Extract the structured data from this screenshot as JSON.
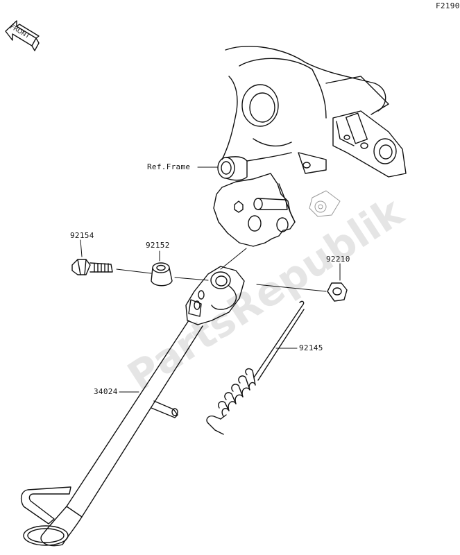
{
  "diagram_code": "F2190",
  "front_label": "FRONT",
  "watermark": "PartsRepublik",
  "callouts": {
    "ref_frame": "Ref.Frame",
    "p92154": "92154",
    "p92152": "92152",
    "p92210": "92210",
    "p92145": "92145",
    "p34024": "34024"
  },
  "colors": {
    "line": "#111111",
    "background": "#ffffff",
    "watermark": "#cccccc"
  }
}
